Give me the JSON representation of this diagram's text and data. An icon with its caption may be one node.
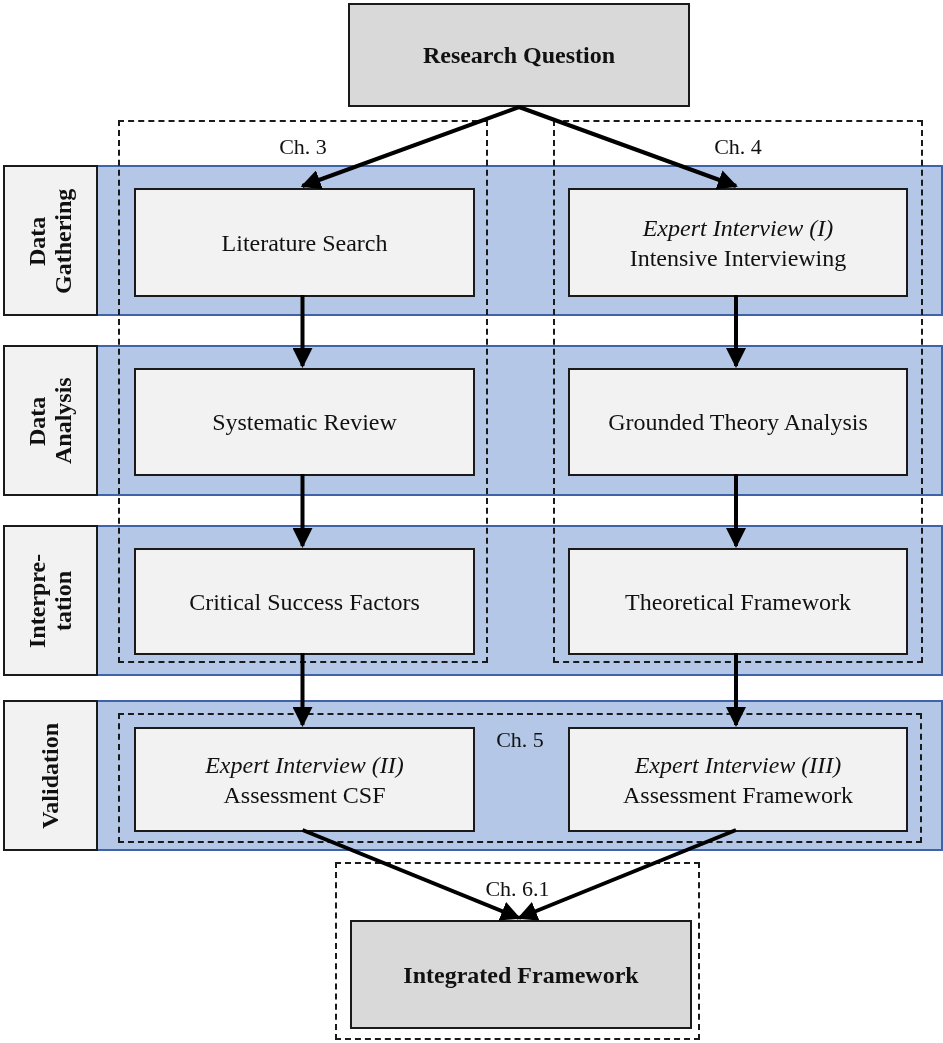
{
  "diagram": {
    "nodes": [
      {
        "text": [
          "Research Question"
        ]
      },
      {
        "text": [
          "Ch. 3"
        ]
      },
      {
        "text": [
          "Ch. 4"
        ]
      },
      {
        "text": [
          "Data Gathering"
        ]
      },
      {
        "text": [
          "Literature Search"
        ],
        "in": 1
      },
      {
        "text": [
          "Expert Interview (I)",
          "Intensive Interviewing"
        ],
        "in": 2
      },
      {
        "text": [
          "Data Analysis"
        ]
      },
      {
        "text": [
          "Systematic Review"
        ],
        "in": 1
      },
      {
        "text": [
          "Grounded Theory Analysis"
        ],
        "in": 2
      },
      {
        "text": [
          "Interpre-tation"
        ]
      },
      {
        "text": [
          "Critical Success Factors"
        ],
        "in": 1
      },
      {
        "text": [
          "Theoretical Framework"
        ],
        "in": 2
      },
      {
        "text": [
          "Validation"
        ]
      },
      {
        "text": [
          "Ch. 5"
        ]
      },
      {
        "text": [
          "Expert Interview (II)",
          "Assessment CSF"
        ],
        "in": 13
      },
      {
        "text": [
          "Expert Interview (III)",
          "Assessment Framework"
        ],
        "in": 13
      },
      {
        "text": [
          "Ch. 6.1"
        ]
      },
      {
        "text": [
          "Integrated Framework"
        ],
        "in": 16
      }
    ],
    "edges": [
      {
        "from": 0,
        "to": 4,
        "arrow": "to"
      },
      {
        "from": 0,
        "to": 5,
        "arrow": "to"
      },
      {
        "from": 4,
        "to": 7,
        "arrow": "to"
      },
      {
        "from": 7,
        "to": 10,
        "arrow": "to"
      },
      {
        "from": 10,
        "to": 14,
        "arrow": "to"
      },
      {
        "from": 5,
        "to": 8,
        "arrow": "to"
      },
      {
        "from": 8,
        "to": 11,
        "arrow": "to"
      },
      {
        "from": 11,
        "to": 15,
        "arrow": "to"
      },
      {
        "from": 14,
        "to": 17,
        "arrow": "to"
      },
      {
        "from": 15,
        "to": 17,
        "arrow": "to"
      }
    ]
  }
}
